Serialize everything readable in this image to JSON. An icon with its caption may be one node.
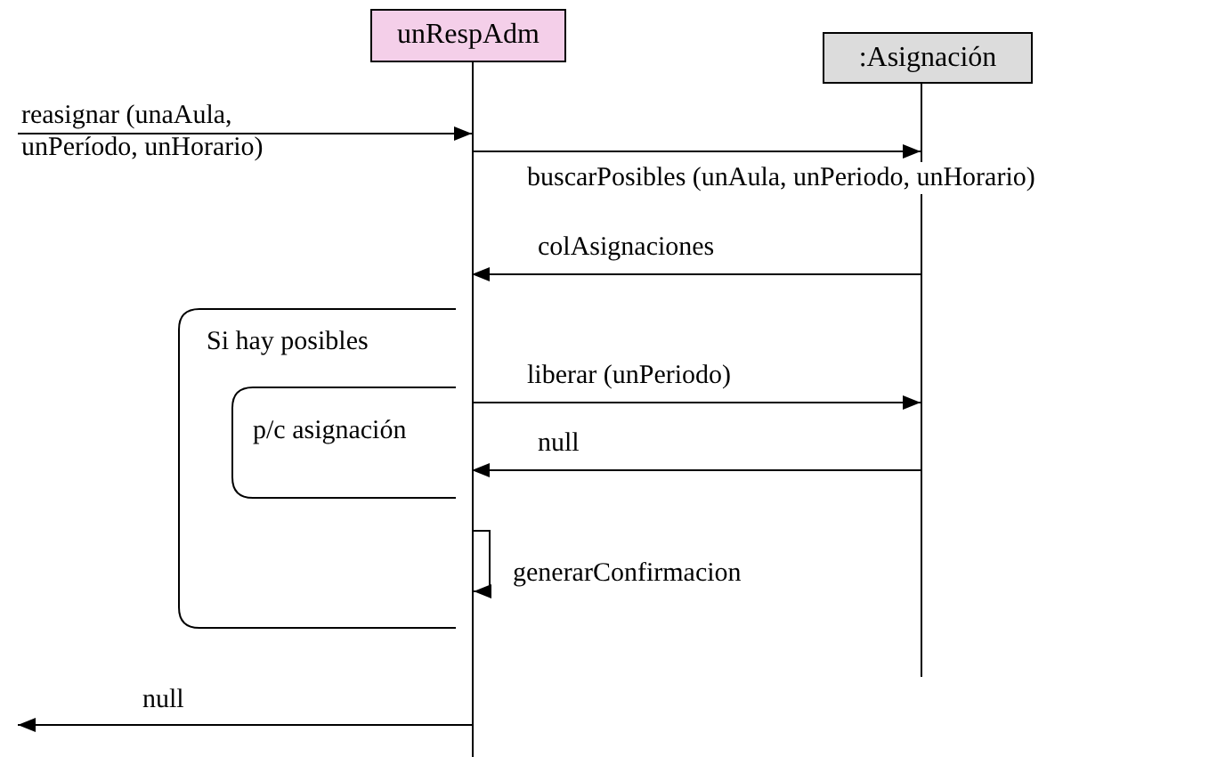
{
  "diagram": {
    "nodes": [
      {
        "text": [
          "unRespAdm"
        ]
      },
      {
        "text": [
          ":Asignación"
        ]
      },
      {
        "text": [
          "Si hay posibles"
        ]
      },
      {
        "text": [
          "p/c asignación"
        ],
        "in": 2
      }
    ],
    "edges": [
      {
        "from": null,
        "to": 0,
        "arrow": "to",
        "label": "reasignar (unaAula, unPeríodo, unHorario)"
      },
      {
        "from": 0,
        "to": 1,
        "arrow": "to",
        "label": "buscarPosibles (unAula, unPeriodo, unHorario)"
      },
      {
        "from": 1,
        "to": 0,
        "arrow": "to",
        "label": "colAsignaciones"
      },
      {
        "from": 0,
        "to": 1,
        "arrow": "to",
        "label": "liberar (unPeriodo)"
      },
      {
        "from": 1,
        "to": 0,
        "arrow": "to",
        "label": "null"
      },
      {
        "from": 0,
        "to": 0,
        "arrow": "to",
        "label": "generarConfirmacion"
      },
      {
        "from": 0,
        "to": null,
        "arrow": "to",
        "label": "null"
      }
    ]
  }
}
